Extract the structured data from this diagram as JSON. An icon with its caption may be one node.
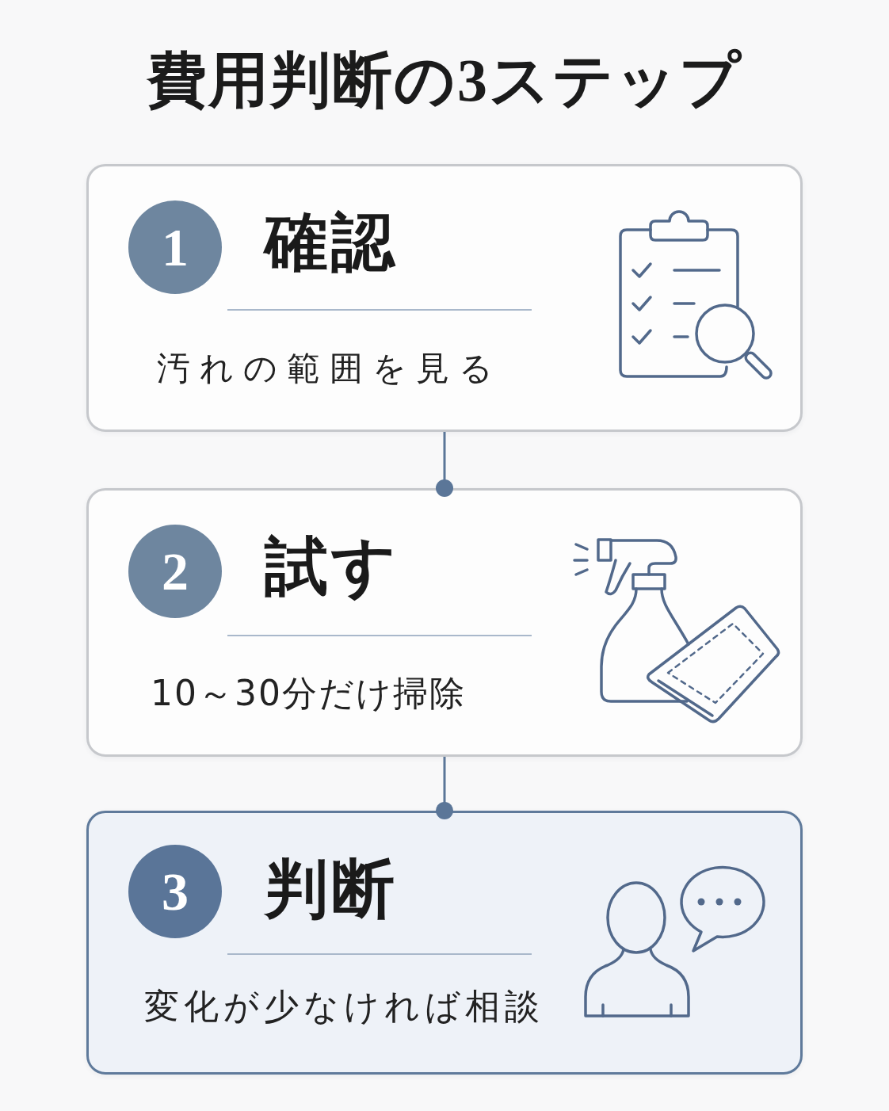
{
  "diagram": {
    "title": "費用判断の3ステップ",
    "nodes": [
      {
        "text": [
          "確認",
          "汚れの範囲を見る"
        ]
      },
      {
        "text": [
          "1"
        ],
        "in": 0
      },
      {
        "text": [
          "試す",
          "10～30分だけ掃除"
        ]
      },
      {
        "text": [
          "2"
        ],
        "in": 2
      },
      {
        "text": [
          "判断",
          "変化が少なければ相談"
        ]
      },
      {
        "text": [
          "3"
        ],
        "in": 4
      }
    ],
    "edges": [
      {
        "from": 0,
        "to": 2,
        "arrow": "other"
      },
      {
        "from": 2,
        "to": 4,
        "arrow": "other"
      }
    ]
  }
}
